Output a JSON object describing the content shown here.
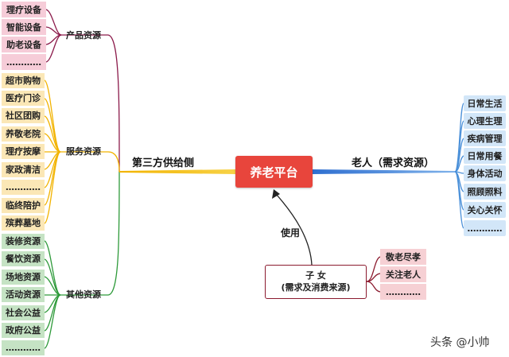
{
  "center": {
    "label": "养老平台"
  },
  "left_branch": {
    "label": "第三方供给侧"
  },
  "right_branch": {
    "label": "老人（需求资源）"
  },
  "use_label": "使用",
  "children_node": {
    "line1": "子 女",
    "line2": "(需求及消费来源)"
  },
  "children_items": [
    "敬老尽孝",
    "关注老人",
    "…………"
  ],
  "product": {
    "label": "产品资源",
    "items": [
      "理疗设备",
      "智能设备",
      "助老设备",
      "…………"
    ]
  },
  "service": {
    "label": "服务资源",
    "items": [
      "超市购物",
      "医疗门诊",
      "社区团购",
      "养敬老院",
      "理疗按摩",
      "家政清洁",
      "…………",
      "临终陪护",
      "殡葬墓地"
    ]
  },
  "other": {
    "label": "其他资源",
    "items": [
      "装修资源",
      "餐饮资源",
      "场地资源",
      "活动资源",
      "社会公益",
      "政府公益",
      "…………"
    ]
  },
  "elder_needs": [
    "日常生活",
    "心理生理",
    "疾病管理",
    "日常用餐",
    "身体活动",
    "照顾照料",
    "关心关怀",
    "…………"
  ],
  "colors": {
    "center": "#e8453c",
    "product": "#8b1a4a",
    "service": "#f2b300",
    "other": "#2e9a3a",
    "elder": "#4a90d9",
    "children": "#8b1a2e"
  },
  "watermark": "头条 @小帅"
}
